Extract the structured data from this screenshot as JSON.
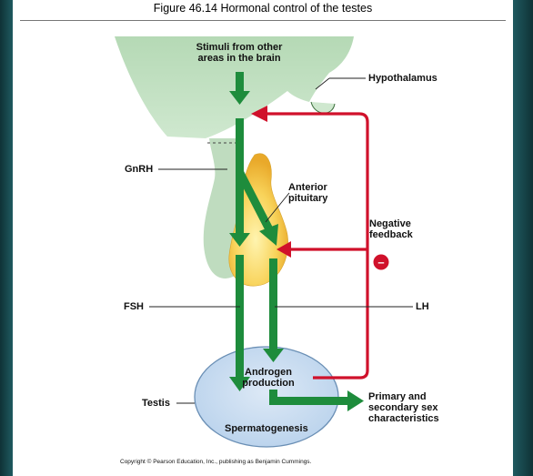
{
  "figure": {
    "title": "Figure 46.14  Hormonal control of the testes",
    "copyright": "Copyright © Pearson Education, Inc., publishing as Benjamin Cummings."
  },
  "labels": {
    "stimuli_line1": "Stimuli from other",
    "stimuli_line2": "areas in the brain",
    "hypothalamus": "Hypothalamus",
    "gnrh": "GnRH",
    "anterior_line1": "Anterior",
    "anterior_line2": "pituitary",
    "negative_line1": "Negative",
    "negative_line2": "feedback",
    "minus_sign": "–",
    "fsh": "FSH",
    "lh": "LH",
    "androgen_line1": "Androgen",
    "androgen_line2": "production",
    "testis": "Testis",
    "spermatogenesis": "Spermatogenesis",
    "primary_line1": "Primary and",
    "primary_line2": "secondary sex",
    "primary_line3": "characteristics"
  },
  "colors": {
    "brain_green": "#bfe0bf",
    "arrow_green": "#1e8c3c",
    "feedback_red": "#d0112b",
    "pituitary_yellow": "#f6c84a",
    "testis_blue": "#c9def1"
  }
}
